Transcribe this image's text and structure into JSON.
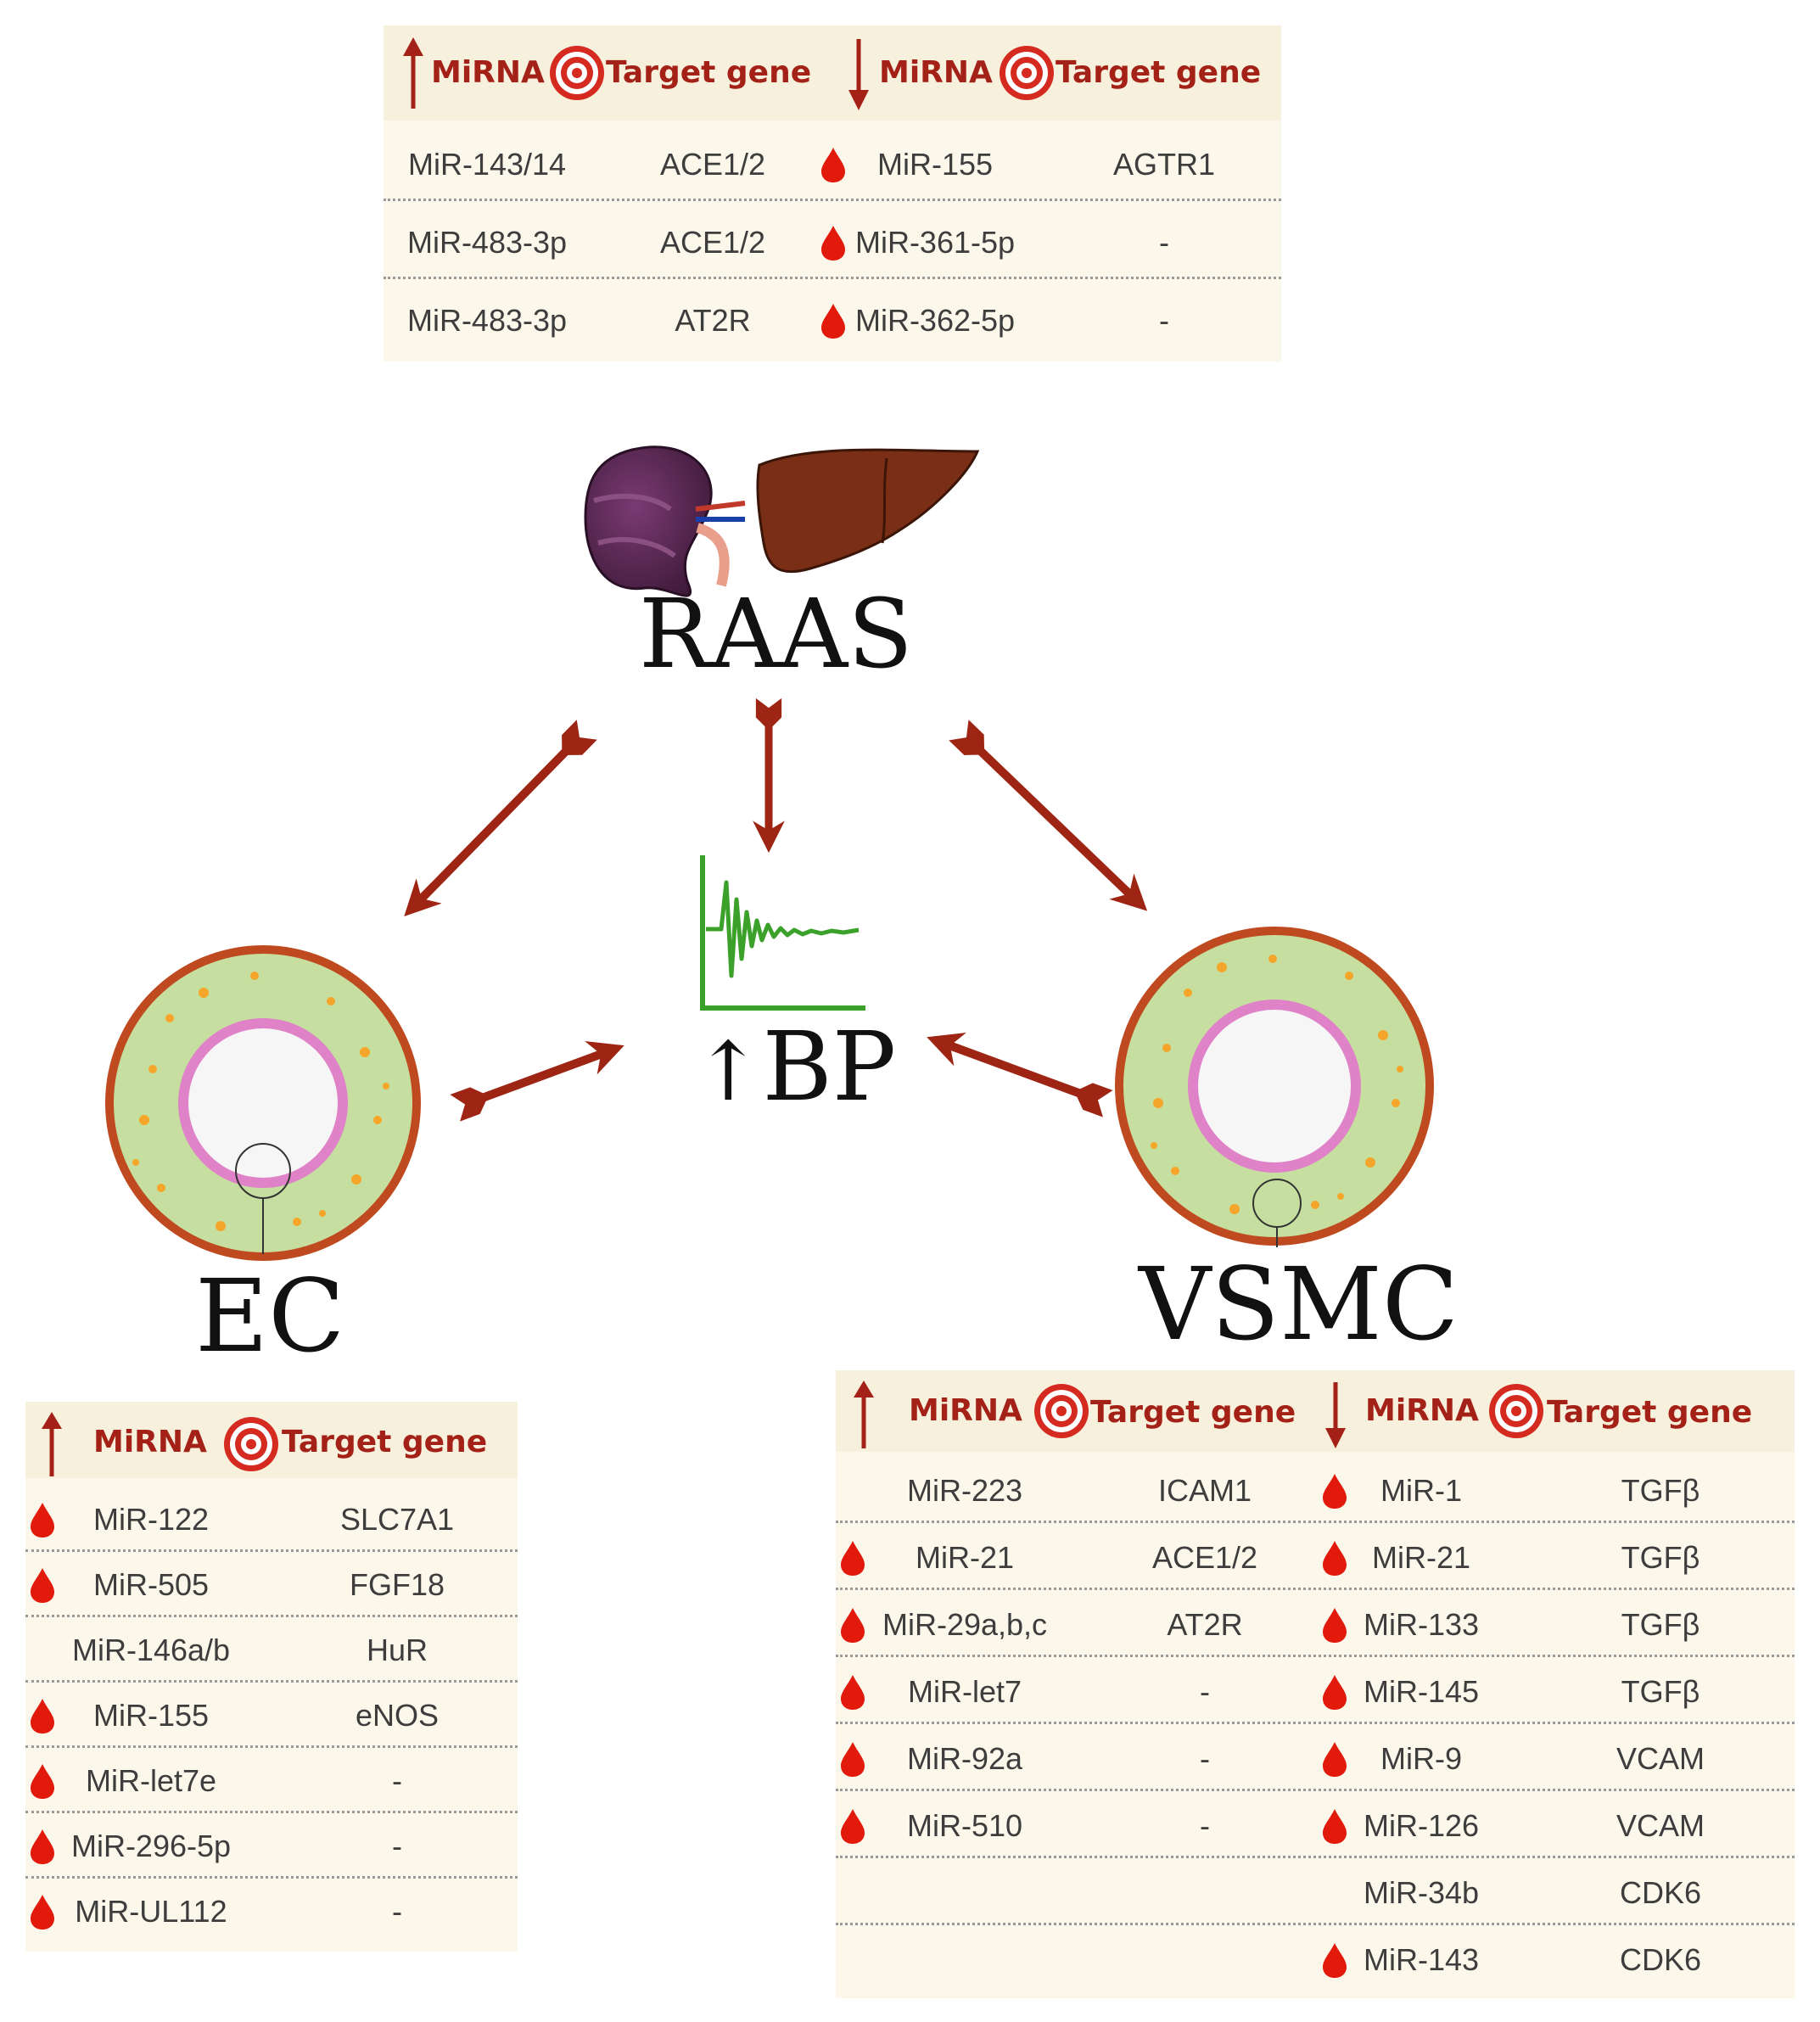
{
  "colors": {
    "accent": "#a42118",
    "drop": "#e11a0c",
    "panel": "#fbf7ea",
    "header": "#f6f0dc",
    "graph": "#3ba12b"
  },
  "icons": {
    "up": "up-arrow-icon",
    "down": "down-arrow-icon",
    "target": "target-icon",
    "drop": "blood-drop-icon"
  },
  "labels": {
    "raas": "RAAS",
    "bp": "BP",
    "ec": "EC",
    "vsmc": "VSMC"
  },
  "raas_table": {
    "h_mirna": "MiRNA",
    "h_target": "Target gene",
    "rows": [
      {
        "up_mirna": "MiR-143/14",
        "up_target": "ACE1/2",
        "down_mirna": "MiR-155",
        "down_target": "AGTR1",
        "down_drop": true
      },
      {
        "up_mirna": "MiR-483-3p",
        "up_target": "ACE1/2",
        "down_mirna": "MiR-361-5p",
        "down_target": "-",
        "down_drop": true
      },
      {
        "up_mirna": "MiR-483-3p",
        "up_target": "AT2R",
        "down_mirna": "MiR-362-5p",
        "down_target": "-",
        "down_drop": true
      }
    ]
  },
  "ec_table": {
    "h_mirna": "MiRNA",
    "h_target": "Target gene",
    "rows": [
      {
        "mirna": "MiR-122",
        "target": "SLC7A1",
        "drop": true
      },
      {
        "mirna": "MiR-505",
        "target": "FGF18",
        "drop": true
      },
      {
        "mirna": "MiR-146a/b",
        "target": "HuR",
        "drop": false
      },
      {
        "mirna": "MiR-155",
        "target": "eNOS",
        "drop": true
      },
      {
        "mirna": "MiR-let7e",
        "target": "-",
        "drop": true
      },
      {
        "mirna": "MiR-296-5p",
        "target": "-",
        "drop": true
      },
      {
        "mirna": "MiR-UL112",
        "target": "-",
        "drop": true
      }
    ]
  },
  "vsmc_table": {
    "h_mirna": "MiRNA",
    "h_target": "Target gene",
    "rows": [
      {
        "up_mirna": "MiR-223",
        "up_target": "ICAM1",
        "up_drop": false,
        "down_mirna": "MiR-1",
        "down_target": "TGFβ",
        "down_drop": true
      },
      {
        "up_mirna": "MiR-21",
        "up_target": "ACE1/2",
        "up_drop": true,
        "down_mirna": "MiR-21",
        "down_target": "TGFβ",
        "down_drop": true
      },
      {
        "up_mirna": "MiR-29a,b,c",
        "up_target": "AT2R",
        "up_drop": true,
        "down_mirna": "MiR-133",
        "down_target": "TGFβ",
        "down_drop": true
      },
      {
        "up_mirna": "MiR-let7",
        "up_target": "-",
        "up_drop": true,
        "down_mirna": "MiR-145",
        "down_target": "TGFβ",
        "down_drop": true
      },
      {
        "up_mirna": "MiR-92a",
        "up_target": "-",
        "up_drop": true,
        "down_mirna": "MiR-9",
        "down_target": "VCAM",
        "down_drop": true
      },
      {
        "up_mirna": "MiR-510",
        "up_target": "-",
        "up_drop": true,
        "down_mirna": "MiR-126",
        "down_target": "VCAM",
        "down_drop": true
      },
      {
        "up_mirna": "",
        "up_target": "",
        "up_drop": false,
        "down_mirna": "MiR-34b",
        "down_target": "CDK6",
        "down_drop": false
      },
      {
        "up_mirna": "",
        "up_target": "",
        "up_drop": false,
        "down_mirna": "MiR-143",
        "down_target": "CDK6",
        "down_drop": true
      }
    ]
  }
}
